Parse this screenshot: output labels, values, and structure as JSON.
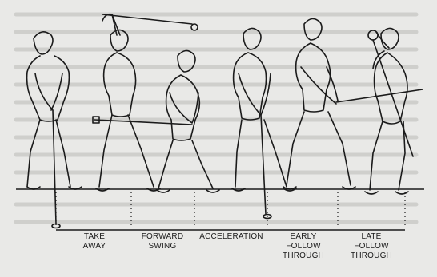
{
  "phases": [
    {
      "id": "take-away",
      "lines": [
        "TAKE",
        "AWAY"
      ]
    },
    {
      "id": "forward-swing",
      "lines": [
        "FORWARD",
        "SWING"
      ]
    },
    {
      "id": "acceleration",
      "lines": [
        "ACCELERATION"
      ]
    },
    {
      "id": "early-follow-through",
      "lines": [
        "EARLY",
        "FOLLOW",
        "THROUGH"
      ]
    },
    {
      "id": "late-follow-through",
      "lines": [
        "LATE",
        "FOLLOW",
        "THROUGH"
      ]
    }
  ],
  "colors": {
    "ink": "#1b1b1b",
    "paper": "#e9e9e7",
    "bleed": "#c9c9c6"
  }
}
